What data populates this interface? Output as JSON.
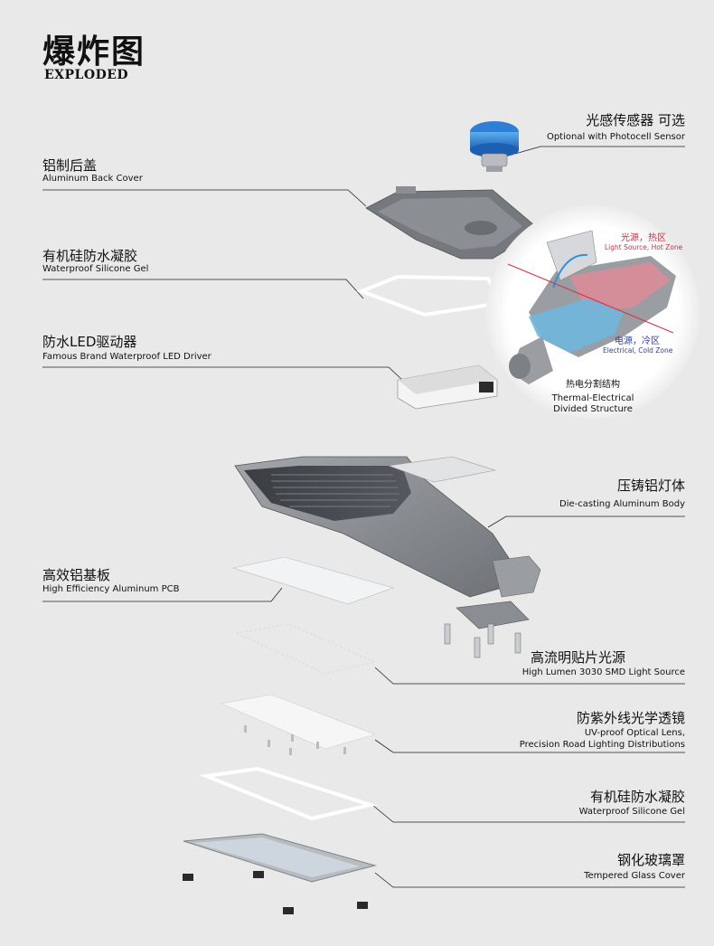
{
  "header": {
    "title_cn": "爆炸图",
    "title_en": "EXPLODED"
  },
  "labels": {
    "photocell": {
      "cn": "光感传感器 可选",
      "en": "Optional with Photocell Sensor"
    },
    "back_cover": {
      "cn": "铝制后盖",
      "en": "Aluminum Back Cover"
    },
    "silicone_gel_1": {
      "cn": "有机硅防水凝胶",
      "en": "Waterproof Silicone Gel"
    },
    "driver": {
      "cn": "防水LED驱动器",
      "en": "Famous Brand Waterproof LED Driver"
    },
    "body": {
      "cn": "压铸铝灯体",
      "en": "Die-casting Aluminum Body"
    },
    "pcb": {
      "cn": "高效铝基板",
      "en": "High Efficiency Aluminum PCB"
    },
    "smd": {
      "cn": "高流明贴片光源",
      "en": "High Lumen 3030 SMD Light Source"
    },
    "lens": {
      "cn": "防紫外线光学透镜",
      "en_line1": "UV-proof Optical Lens,",
      "en_line2": "Precision Road Lighting Distributions"
    },
    "silicone_gel_2": {
      "cn": "有机硅防水凝胶",
      "en": "Waterproof Silicone Gel"
    },
    "glass": {
      "cn": "钢化玻璃罩",
      "en": "Tempered Glass Cover"
    }
  },
  "zones": {
    "hot_cn": "光源，热区",
    "hot_en": "Light Source, Hot Zone",
    "cold_cn": "电源，冷区",
    "cold_en": "Electrical, Cold Zone",
    "divided_cn": "热电分割结构",
    "divided_en_1": "Thermal-Electrical",
    "divided_en_2": "Divided Structure"
  },
  "colors": {
    "background": "#e9e9e9",
    "hot_zone": "#c0334a",
    "cold_zone": "#2c3f9a",
    "sensor_blue": "#2f7fd6",
    "housing_gray": "#8c8f93"
  }
}
